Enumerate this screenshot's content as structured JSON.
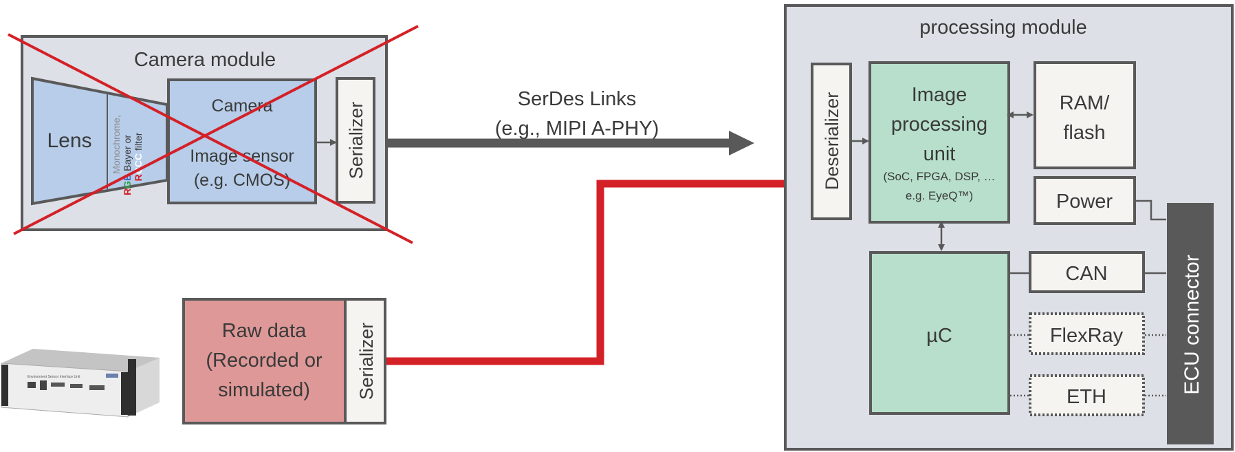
{
  "colors": {
    "module_bg": "#dde0e6",
    "module_border": "#595959",
    "camera_blue": "#b7cde9",
    "green_block": "#b7dfcb",
    "raw_red": "#de9898",
    "white_block": "#f5f4f1",
    "connector_dark": "#595959",
    "red_line": "#d42027",
    "cross_red": "#d42027",
    "filter_gray": "#8c8c8c",
    "filter_green": "#2e9e3f",
    "filter_blue": "#3f6fc5",
    "filter_red": "#d42027"
  },
  "camera_module": {
    "title": "Camera module",
    "lens_label": "Lens",
    "filter_text": {
      "monochrome": "Monochrome,",
      "rgb_r": "R",
      "rgb_g": "G",
      "rgb_b": "B",
      "bayer": " Bayer or",
      "rccc_r": "R",
      "rccc_c": "CCC",
      "filter": " filter"
    },
    "camera_label": "Camera",
    "sensor_line1": "Image sensor",
    "sensor_line2": "(e.g. CMOS)",
    "serializer_label": "Serializer"
  },
  "serdes": {
    "line1": "SerDes Links",
    "line2": "(e.g., MIPI A-PHY)"
  },
  "raw_data": {
    "line1": "Raw data",
    "line2": "(Recorded or",
    "line3": "simulated)",
    "serializer_label": "Serializer",
    "device_label": "Environment Sensor Interface Unit"
  },
  "processing_module": {
    "title": "processing module",
    "deserializer_label": "Deserializer",
    "ipu_line1": "Image",
    "ipu_line2": "processing",
    "ipu_line3": "unit",
    "ipu_line4": "(SoC, FPGA, DSP, …",
    "ipu_line5": "e.g. EyeQ™)",
    "ram_line1": "RAM/",
    "ram_line2": "flash",
    "power_label": "Power",
    "uc_label": "µC",
    "can_label": "CAN",
    "flexray_label": "FlexRay",
    "eth_label": "ETH",
    "ecu_label": "ECU connector"
  }
}
